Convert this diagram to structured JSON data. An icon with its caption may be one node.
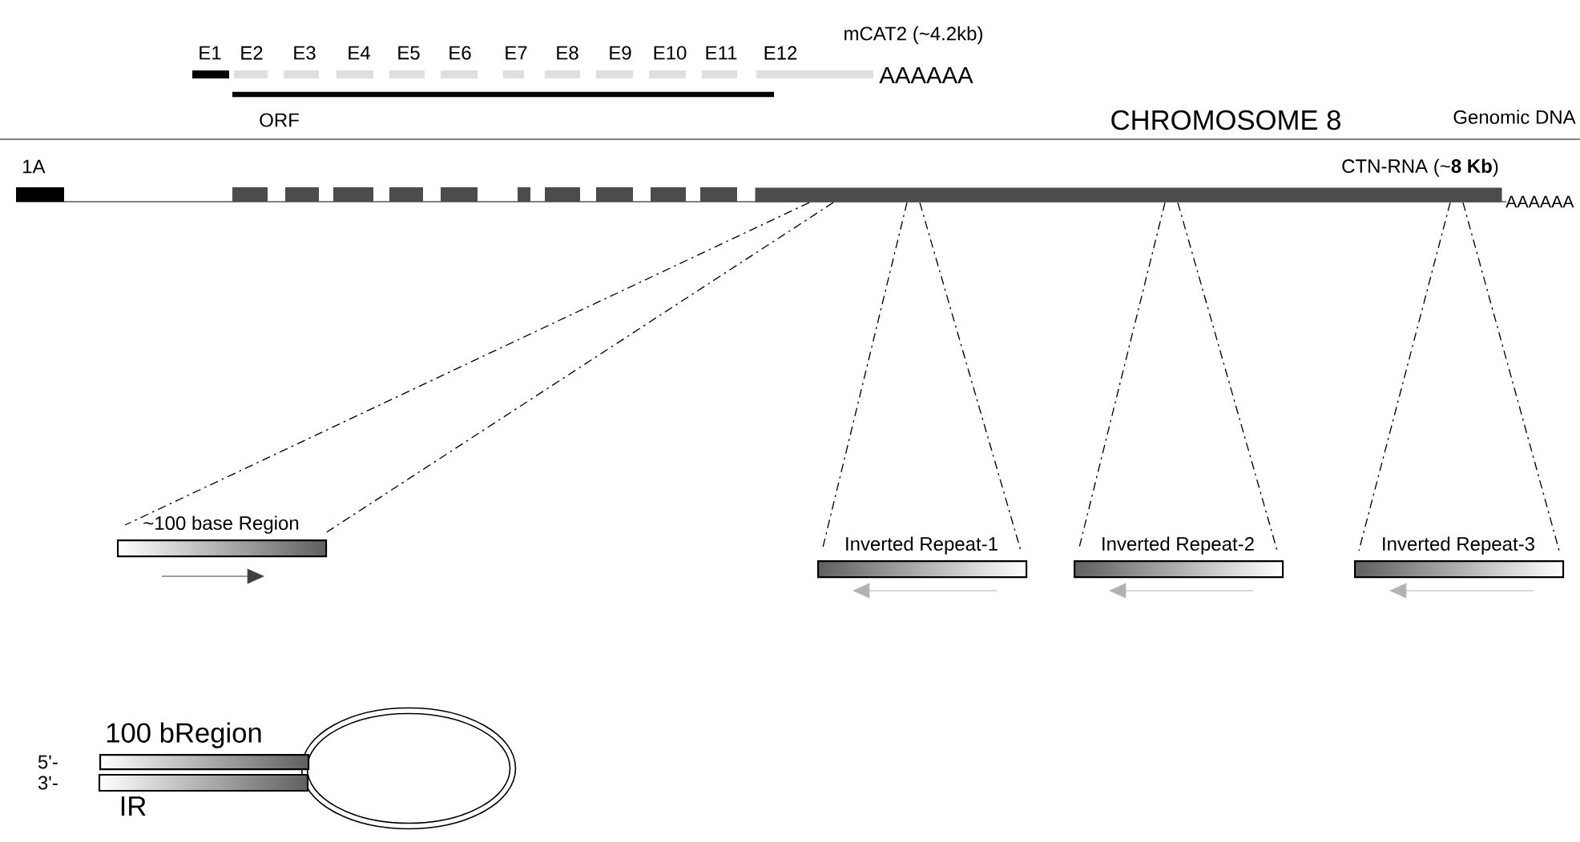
{
  "diagram": {
    "nodes": [
      {
        "text": [
          "CTN-RNA (~**8 Kb**)"
        ]
      },
      {
        "text": [
          "~100 base Region"
        ]
      },
      {
        "text": [
          "Inverted Repeat-1"
        ]
      },
      {
        "text": [
          "Inverted Repeat-2"
        ]
      },
      {
        "text": [
          "Inverted Repeat-3"
        ]
      },
      {
        "text": [
          "100 bRegion",
          "IR"
        ]
      }
    ],
    "edges": [
      {
        "from": 0,
        "to": 1,
        "arrow": "none",
        "style": "dashed"
      },
      {
        "from": 0,
        "to": 1,
        "arrow": "none",
        "style": "dashed"
      },
      {
        "from": 0,
        "to": 2,
        "arrow": "none",
        "style": "dashed"
      },
      {
        "from": 0,
        "to": 2,
        "arrow": "none",
        "style": "dashed"
      },
      {
        "from": 0,
        "to": 3,
        "arrow": "none",
        "style": "dashed"
      },
      {
        "from": 0,
        "to": 3,
        "arrow": "none",
        "style": "dashed"
      },
      {
        "from": 0,
        "to": 4,
        "arrow": "none",
        "style": "dashed"
      },
      {
        "from": 0,
        "to": 4,
        "arrow": "none",
        "style": "dashed"
      }
    ],
    "labels": [
      "mCAT2 (~4.2kb)",
      "E1",
      "E2",
      "E3",
      "E4",
      "E5",
      "E6",
      "E7",
      "E8",
      "E9",
      "E10",
      "E11",
      "E12",
      "AAAAAA",
      "ORF",
      "CHROMOSOME 8",
      "Genomic DNA",
      "1A",
      "AAAAAA",
      "5'-",
      "3'-"
    ]
  }
}
